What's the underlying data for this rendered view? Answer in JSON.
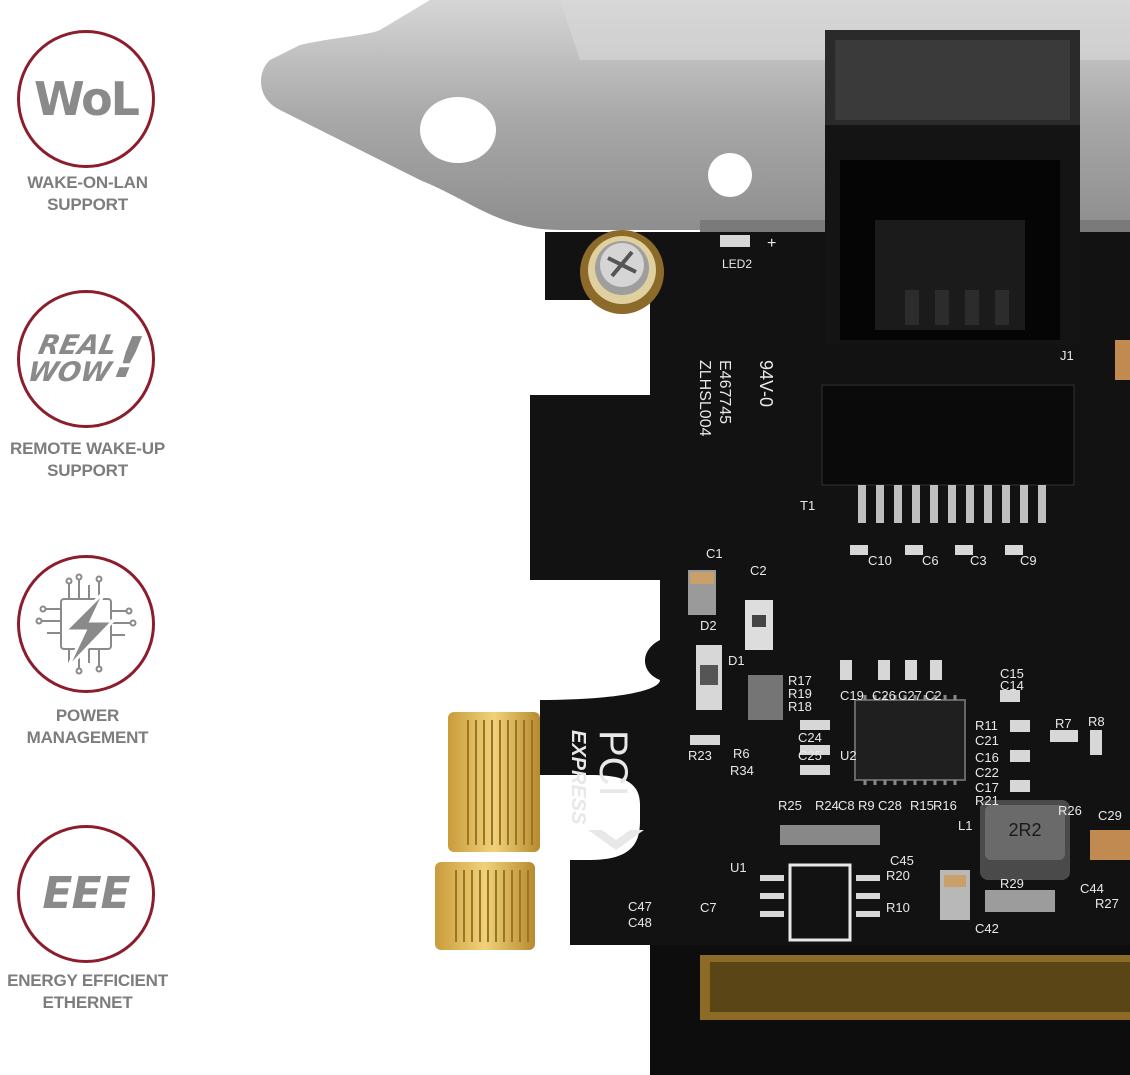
{
  "features": [
    {
      "badge_text": "WoL",
      "caption_lines": [
        "WAKE-ON-LAN",
        "SUPPORT"
      ],
      "icon": "wol-icon"
    },
    {
      "badge_lines": [
        "REAL",
        "WOW",
        "!"
      ],
      "caption_lines": [
        "REMOTE WAKE-UP",
        "SUPPORT"
      ],
      "icon": "real-wow-icon"
    },
    {
      "caption_lines": [
        "POWER",
        "MANAGEMENT"
      ],
      "icon": "power-chip-lightning-icon"
    },
    {
      "badge_text": "EEE",
      "caption_lines": [
        "ENERGY EFFICIENT",
        "ETHERNET"
      ],
      "icon": "eee-icon"
    }
  ],
  "board_labels": {
    "led": "LED2",
    "pci": "PCI",
    "express": "EXPRESS",
    "inductor": "2R2",
    "cert1": "94V-0",
    "cert2": "E467745",
    "cert3": "ZLHSL004",
    "components": [
      "C1",
      "C2",
      "D2",
      "D1",
      "R17",
      "R19",
      "R18",
      "C19",
      "C26",
      "C27",
      "C2",
      "C15",
      "C14",
      "R11",
      "R7",
      "R8",
      "C21",
      "C24",
      "C25",
      "U2",
      "R23",
      "R6",
      "R34",
      "C16",
      "C22",
      "C17",
      "R21",
      "R26",
      "R25",
      "R24",
      "C8",
      "R9",
      "C28",
      "R15",
      "R16",
      "L1",
      "C45",
      "C29",
      "R20",
      "R10",
      "C47",
      "C48",
      "U1",
      "C7",
      "R29",
      "C42",
      "C44",
      "R27",
      "T1",
      "C10",
      "C6",
      "C3",
      "C9",
      "J1"
    ]
  },
  "colors": {
    "badge_ring": "#8c1d2c",
    "badge_text": "#8a8a8a",
    "caption": "#7d7d7d",
    "pcb": "#121212",
    "gold": "#e2bd5a",
    "bracket": "#b9b9b9"
  }
}
